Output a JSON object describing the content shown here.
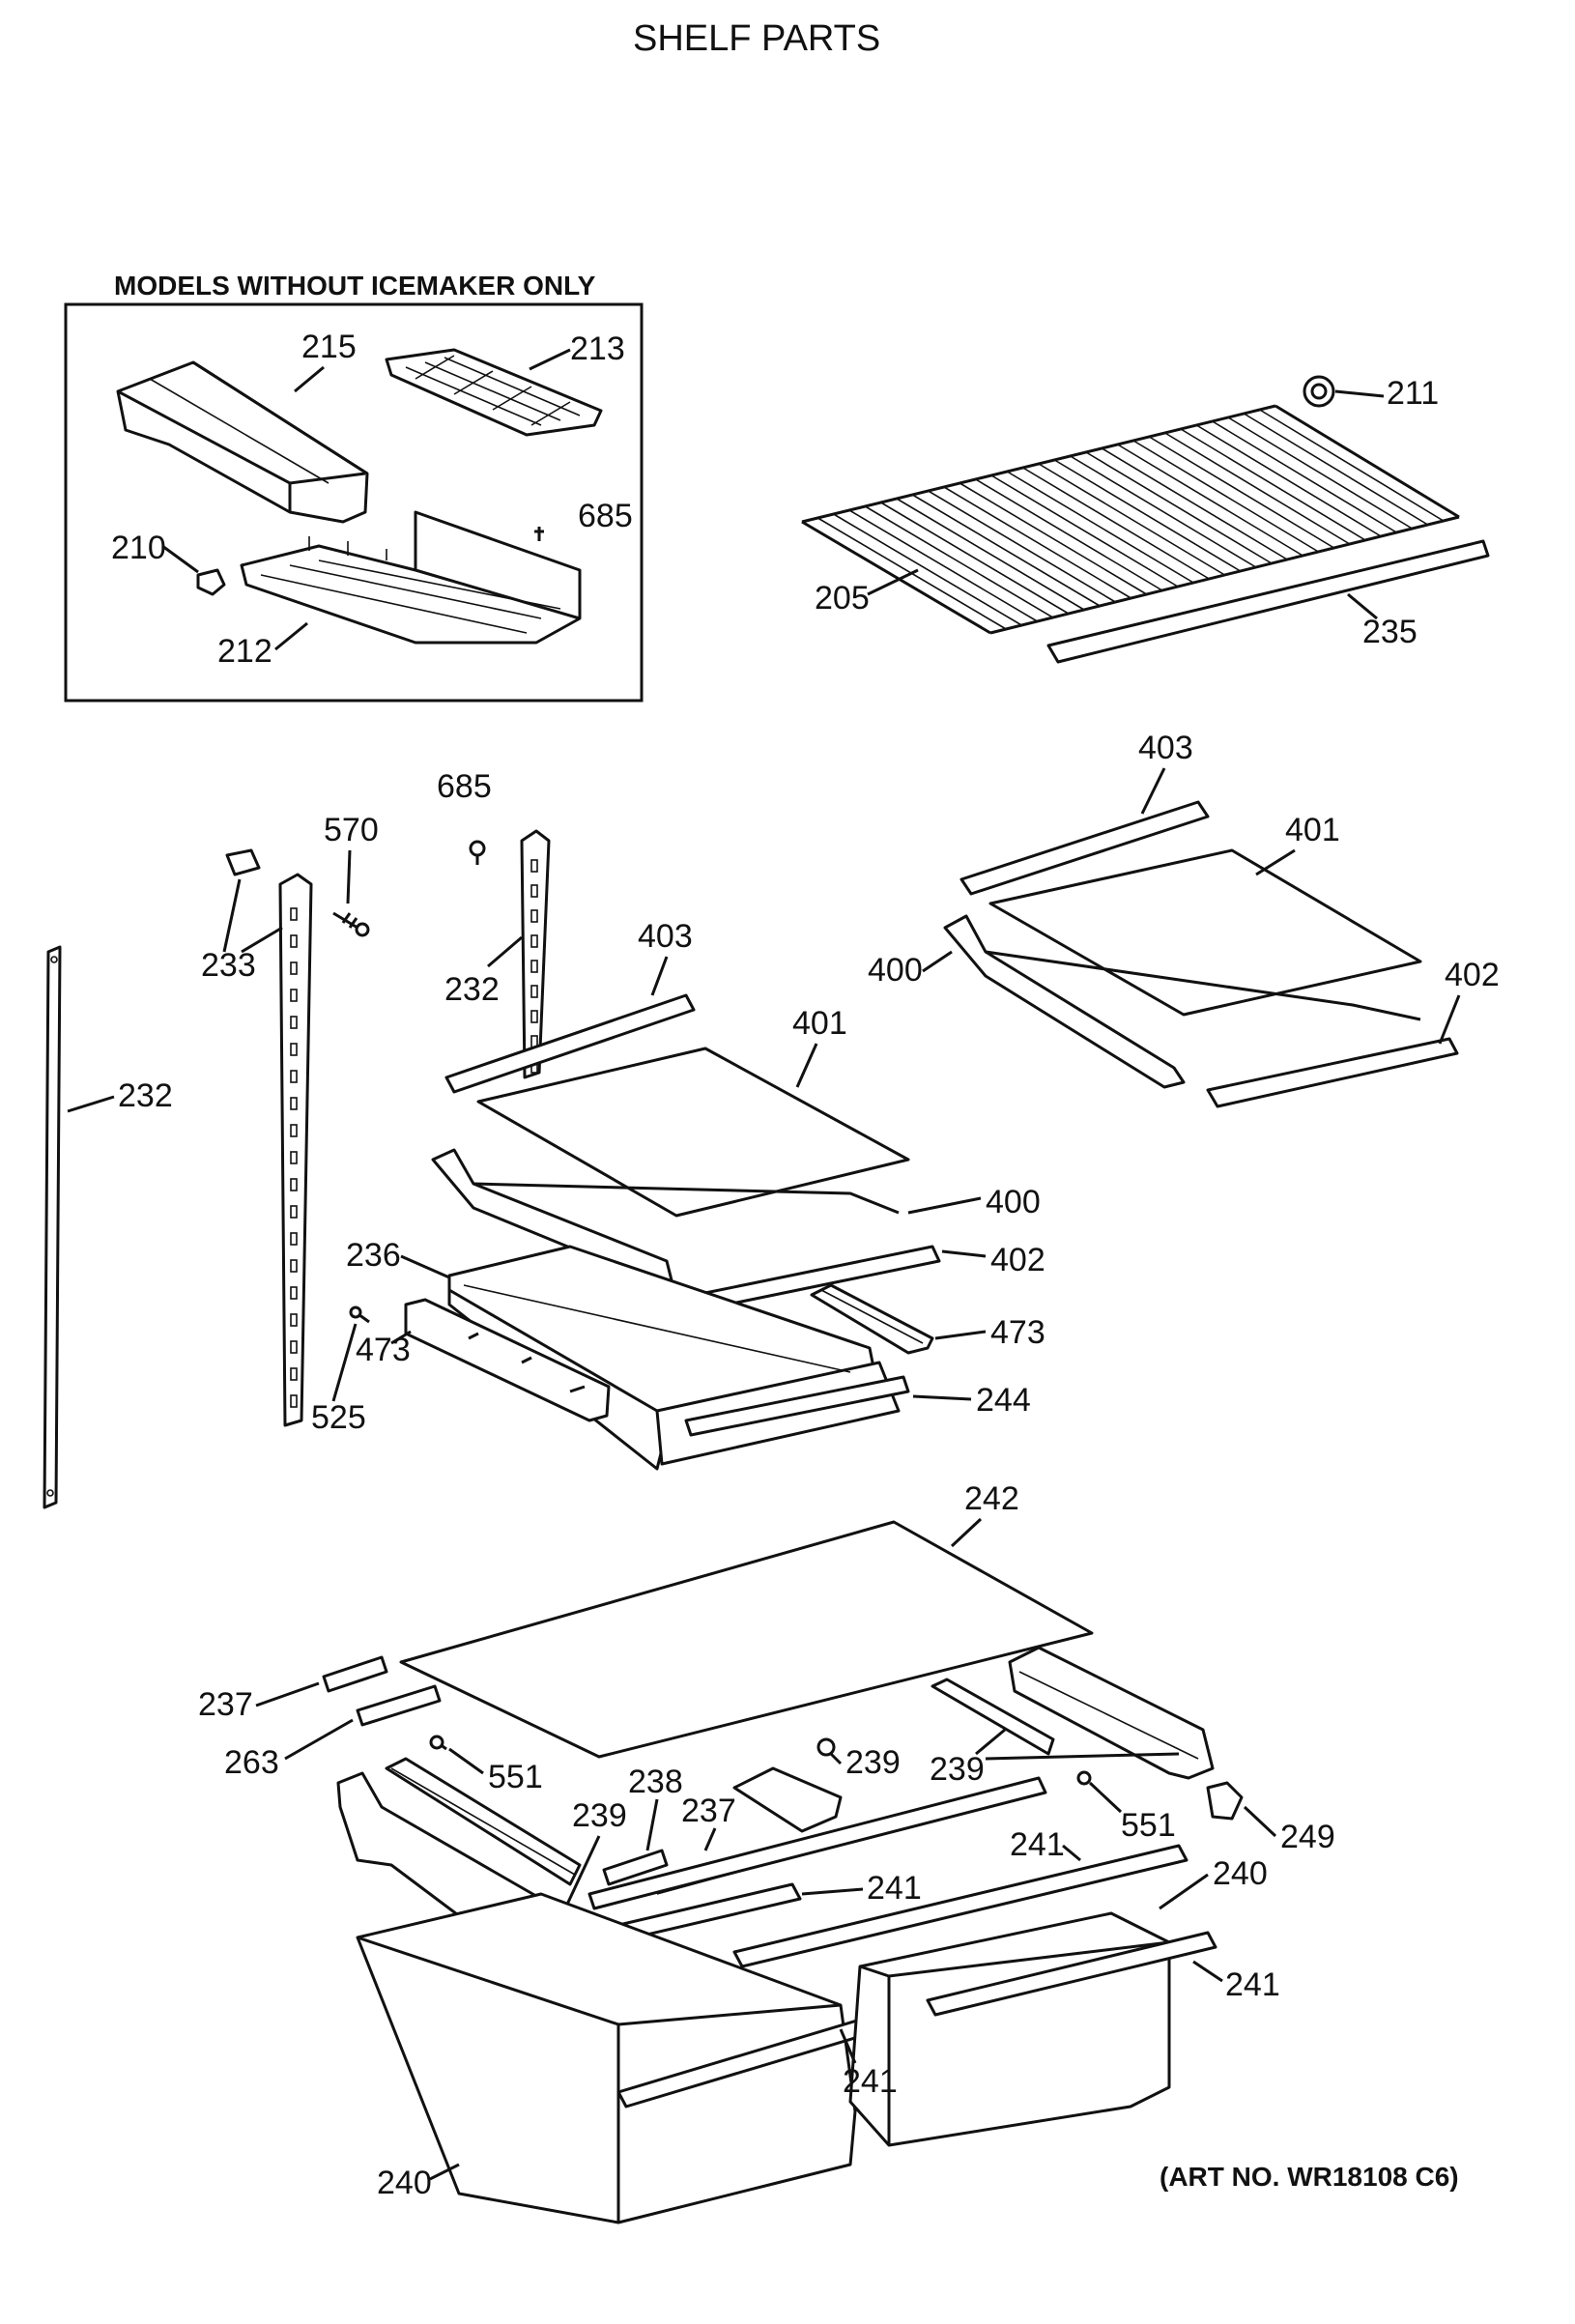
{
  "title": "SHELF PARTS",
  "inset_heading": "MODELS WITHOUT ICEMAKER ONLY",
  "art_number": "(ART NO. WR18108 C6)",
  "callouts": {
    "c215": "215",
    "c213": "213",
    "c685a": "685",
    "c210": "210",
    "c212": "212",
    "c211": "211",
    "c205": "205",
    "c235": "235",
    "c403a": "403",
    "c401a": "401",
    "c400a": "400",
    "c402a": "402",
    "c685b": "685",
    "c570": "570",
    "c233": "233",
    "c232a": "232",
    "c232b": "232",
    "c403b": "403",
    "c401b": "401",
    "c400b": "400",
    "c402b": "402",
    "c236": "236",
    "c473a": "473",
    "c473b": "473",
    "c525": "525",
    "c244": "244",
    "c242": "242",
    "c237a": "237",
    "c263": "263",
    "c551a": "551",
    "c239a": "239",
    "c239b": "239",
    "c239c": "239",
    "c238": "238",
    "c237b": "237",
    "c551b": "551",
    "c249": "249",
    "c241a": "241",
    "c241b": "241",
    "c241c": "241",
    "c241d": "241",
    "c240a": "240",
    "c240b": "240"
  }
}
